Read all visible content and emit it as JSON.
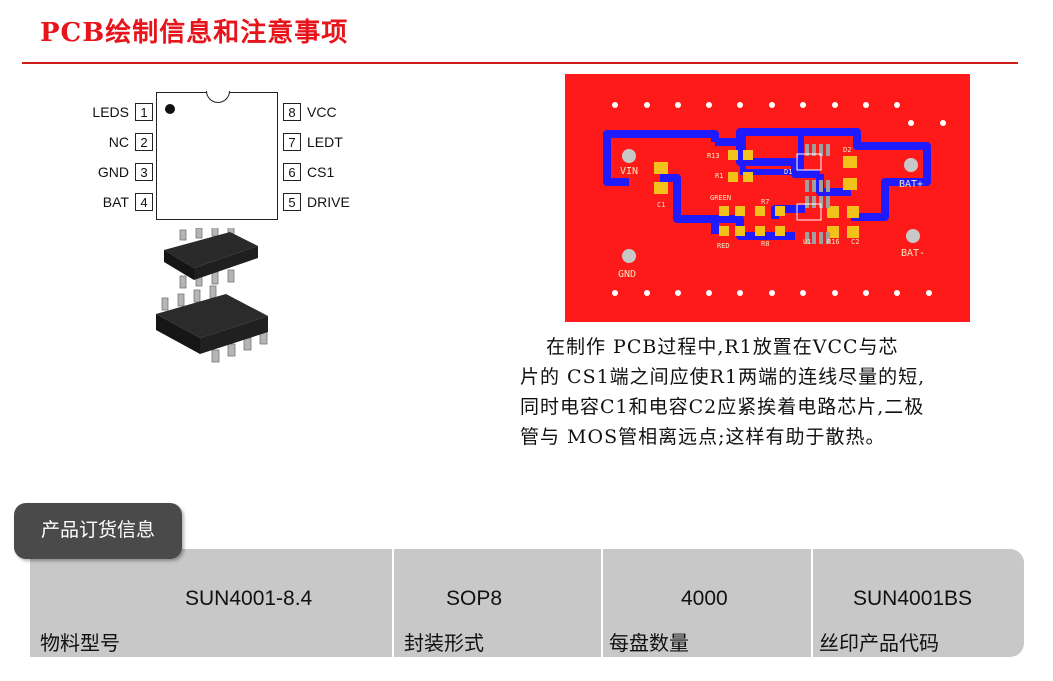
{
  "page": {
    "title": "PCB绘制信息和注意事项"
  },
  "pinout": {
    "left_pins": [
      {
        "num": "1",
        "label": "LEDS"
      },
      {
        "num": "2",
        "label": "NC"
      },
      {
        "num": "3",
        "label": "GND"
      },
      {
        "num": "4",
        "label": "BAT"
      }
    ],
    "right_pins": [
      {
        "num": "8",
        "label": "VCC"
      },
      {
        "num": "7",
        "label": "LEDT"
      },
      {
        "num": "6",
        "label": "CS1"
      },
      {
        "num": "5",
        "label": "DRIVE"
      }
    ]
  },
  "pcb": {
    "labels": {
      "vin": "VIN",
      "gnd": "GND",
      "bat_plus": "BAT+",
      "bat_minus": "BAT-",
      "r13": "R13",
      "r1": "R1",
      "c1": "C1",
      "green": "GREEN",
      "red": "RED",
      "r7": "R7",
      "r8": "R8",
      "d1": "D1",
      "d2": "D2",
      "u1": "U1",
      "r16": "R16",
      "c2": "C2"
    },
    "colors": {
      "board": "#ff1a1a",
      "trace": "#1f1aff",
      "pad": "#f2c21a"
    }
  },
  "note": {
    "lines": [
      "在制作 PCB过程中,R1放置在VCC与芯",
      "片的 CS1端之间应使R1两端的连线尽量的短,",
      "同时电容C1和电容C2应紧挨着电路芯片,二极",
      "管与 MOS管相离远点;这样有助于散热。"
    ]
  },
  "ordering": {
    "tab_label": "产品订货信息",
    "columns": [
      {
        "value": "SUN4001-8.4",
        "label": "物料型号"
      },
      {
        "value": "SOP8",
        "label": "封装形式"
      },
      {
        "value": "4000",
        "label": "每盘数量"
      },
      {
        "value": "SUN4001BS",
        "label": "丝印产品代码"
      }
    ]
  }
}
